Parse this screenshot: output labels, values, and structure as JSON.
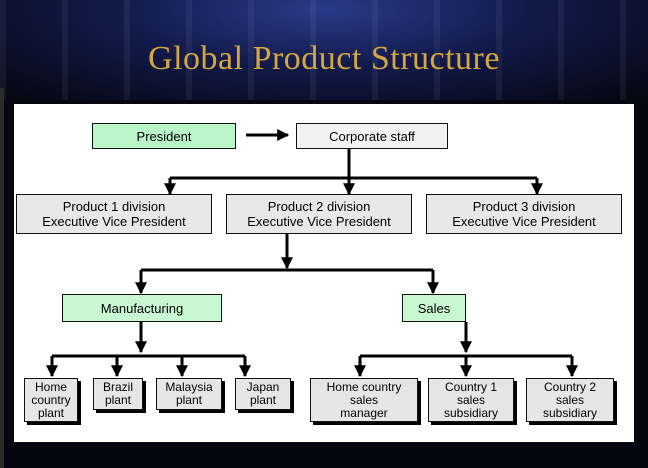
{
  "title": "Global Product Structure",
  "colors": {
    "title": "#d6a640",
    "background": "#05060f",
    "panel": "#ffffff",
    "president_fill": "#b9f5c8",
    "corporate_fill": "#f2f2f2",
    "product_fill": "#e8e8e8",
    "function_fill": "#c9f7d3",
    "unit_fill": "#e6e6e6"
  },
  "chart": {
    "president": "President",
    "corporate_staff": "Corporate staff",
    "divisions": [
      "Product 1 division\nExecutive Vice President",
      "Product 2 division\nExecutive Vice President",
      "Product 3 division\nExecutive Vice President"
    ],
    "manufacturing": "Manufacturing",
    "sales": "Sales",
    "plants": [
      "Home\ncountry\nplant",
      "Brazil\nplant",
      "Malaysia\nplant",
      "Japan\nplant"
    ],
    "sales_units": [
      "Home country\nsales\nmanager",
      "Country 1\nsales\nsubsidiary",
      "Country 2\nsales\nsubsidiary"
    ]
  }
}
